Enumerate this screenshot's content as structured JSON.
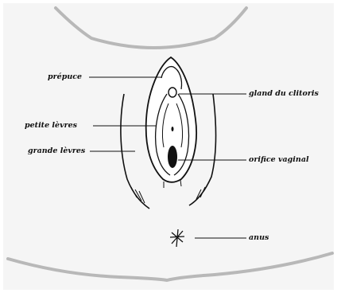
{
  "diagram": {
    "labels": {
      "prepuce": "prépuce",
      "gland": "gland du clitoris",
      "petites": "petite lèvres",
      "grandes": "grande lèvres",
      "orifice": "orifice vaginal",
      "anus": "anus"
    },
    "colors": {
      "background": "#f5f5f5",
      "contour": "#b8b8b8",
      "ink": "#111111"
    }
  }
}
